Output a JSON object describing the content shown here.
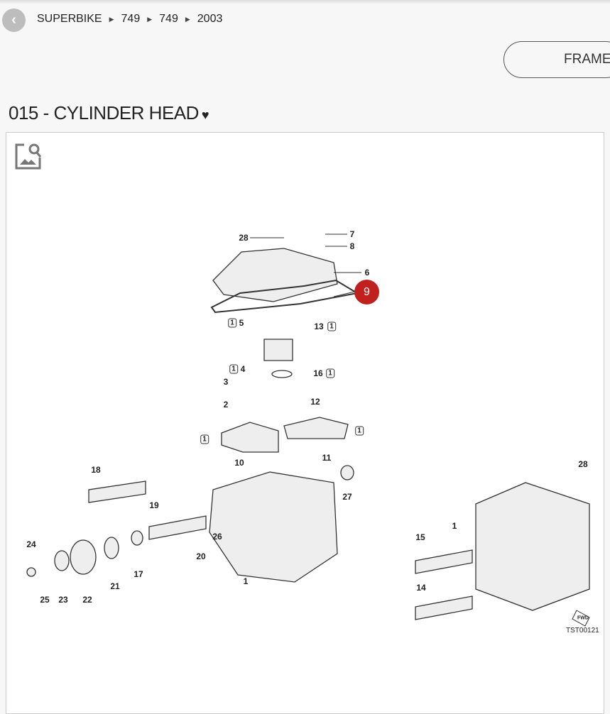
{
  "breadcrumb": [
    "SUPERBIKE",
    "749",
    "749",
    "2003"
  ],
  "frame_button": "FRAME",
  "title": "015 - CYLINDER HEAD",
  "diagram": {
    "callouts": [
      "28",
      "7",
      "8",
      "6",
      "5",
      "13",
      "4",
      "16",
      "3",
      "2",
      "12",
      "10",
      "11",
      "18",
      "27",
      "19",
      "26",
      "20",
      "24",
      "17",
      "21",
      "1",
      "25",
      "23",
      "22",
      "28",
      "1",
      "15",
      "14"
    ],
    "selected": "9",
    "note_marker": "1",
    "drawing_code": "TST00121",
    "fwd_label": "FWD"
  },
  "colors": {
    "highlight": "#c0201e"
  }
}
